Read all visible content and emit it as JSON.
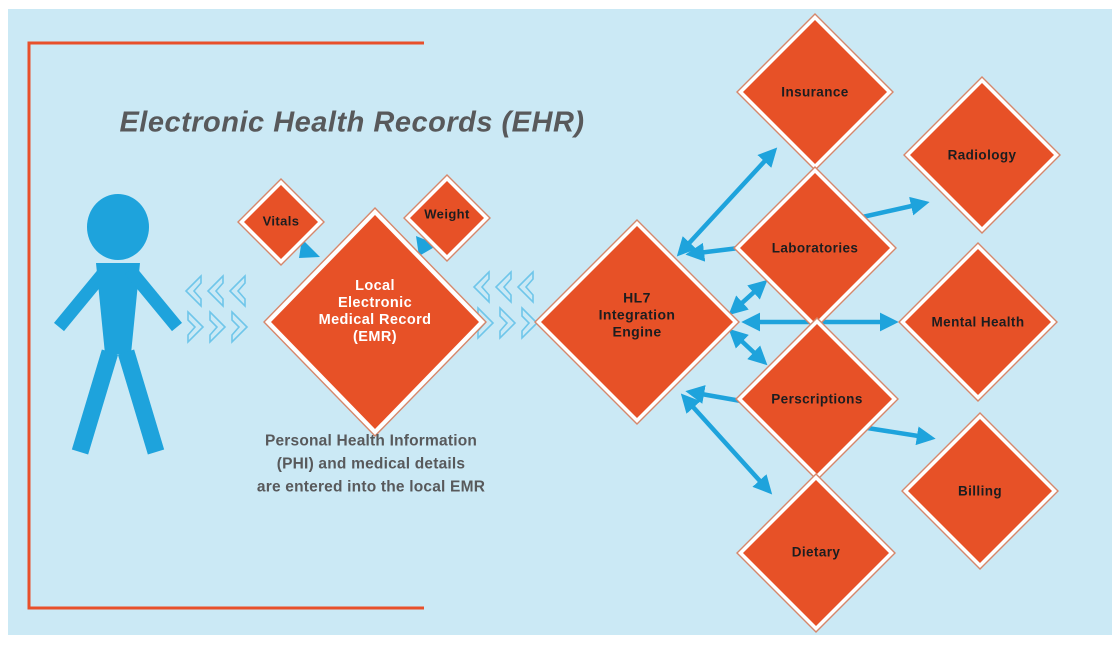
{
  "title": "Electronic Health Records (EHR)",
  "note": {
    "line1": "Personal Health Information",
    "line2": "(PHI) and medical details",
    "line3": "are entered into the local EMR"
  },
  "nodes": {
    "vitals": "Vitals",
    "weight": "Weight",
    "emr": {
      "line1": "Local",
      "line2": "Electronic",
      "line3": "Medical Record",
      "line4": "(EMR)"
    },
    "hl7": {
      "line1": "HL7",
      "line2": "Integration",
      "line3": "Engine"
    },
    "insurance": "Insurance",
    "radiology": "Radiology",
    "laboratories": "Laboratories",
    "mental_health": "Mental Health",
    "perscriptions": "Perscriptions",
    "billing": "Billing",
    "dietary": "Dietary"
  },
  "colors": {
    "background": "#CBE9F5",
    "diamond_fill": "#E75127",
    "diamond_outline": "#D6876B",
    "diamond_gap": "#FFFFFF",
    "arrow_blue": "#1EA3DC",
    "chevron_blue": "#6FC6EA",
    "frame_orange": "#E8502B",
    "heading_gray": "#58595B",
    "label_black": "#1D1D1F",
    "emr_text": "#FFFFFF"
  }
}
